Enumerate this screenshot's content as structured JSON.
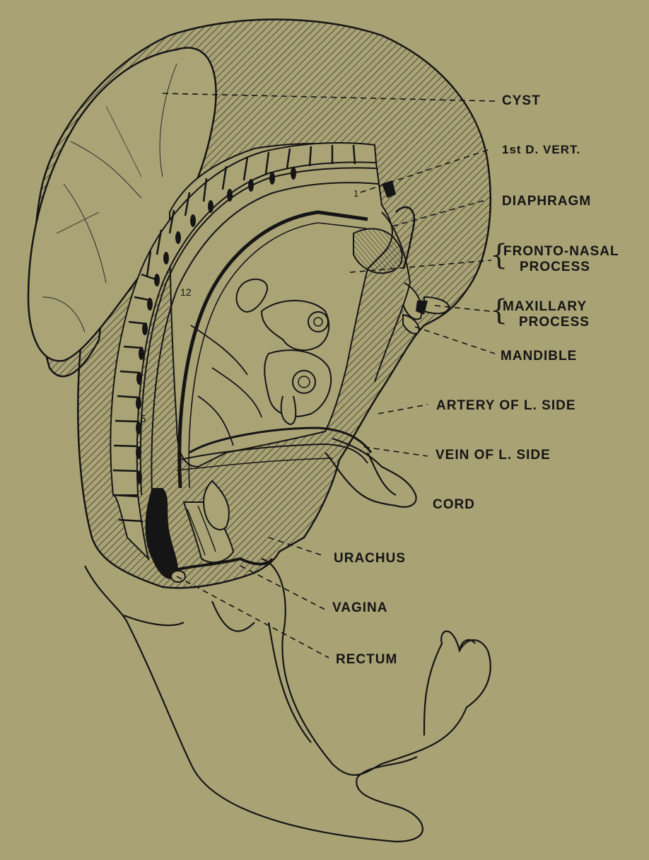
{
  "labels": {
    "cyst": "CYST",
    "first_vert": "1st D. VERT.",
    "diaphragm": "DIAPHRAGM",
    "fronto_nasal_1": "FRONTO-NASAL",
    "fronto_nasal_2": "PROCESS",
    "maxillary_1": "MAXILLARY",
    "maxillary_2": "PROCESS",
    "mandible": "MANDIBLE",
    "artery": "ARTERY OF L. SIDE",
    "vein": "VEIN OF L. SIDE",
    "cord": "CORD",
    "urachus": "URACHUS",
    "vagina": "VAGINA",
    "rectum": "RECTUM"
  },
  "vertebra_numbers": {
    "v1": "1",
    "v12": "12",
    "v5": "5"
  },
  "colors": {
    "background": "#a9a275",
    "ink": "#151515"
  }
}
